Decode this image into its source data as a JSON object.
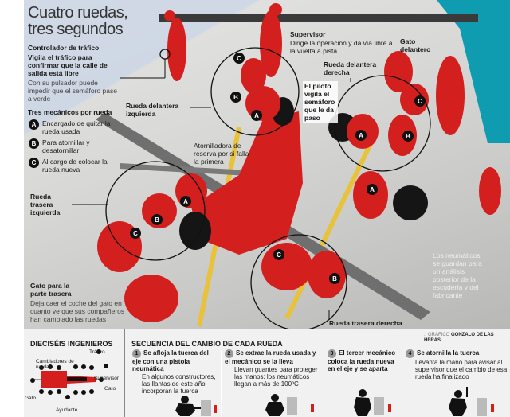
{
  "title": "Cuatro ruedas, tres segundos",
  "traffic": {
    "heading": "Controlador de tráfico",
    "bold": "Vigila el tráfico para confirmar que la calle de salida está libre",
    "note": "Con su pulsador puede impedir que el semáforo pase a verde"
  },
  "mechanics": {
    "heading": "Tres mecánicos por rueda",
    "items": [
      {
        "badge": "A",
        "text": "Encargado de quitar la rueda usada"
      },
      {
        "badge": "B",
        "text": "Para atornillar y desatornillar"
      },
      {
        "badge": "C",
        "text": "Al cargo de colocar la rueda nueva"
      }
    ]
  },
  "labels": {
    "front_left": "Rueda delantera izquierda",
    "supervisor": "Supervisor",
    "supervisor_desc": "Dirige la operación y da vía libre a la vuelta a pista",
    "front_jack": "Gato delantero",
    "front_right": "Rueda delantera derecha",
    "pilot": "El piloto vigila el semáforo que le da paso",
    "spare_gun": "Atornilladora de reserva por si falla la primera",
    "rear_left": "Rueda trasera izquierda",
    "rear_jack": "Gato para la parte trasera",
    "rear_jack_desc": "Deja caer el coche del gato en cuanto ve que sus compañeros han cambiado las ruedas",
    "tyres": "Los neumáticos se guardan para un análisis posterior de la escudería y del fabricante",
    "rear_right": "Rueda trasera derecha"
  },
  "credit": {
    "prefix": ":: GRÁFICO",
    "author": "GONZALO DE LAS HERAS"
  },
  "engineers": {
    "heading": "DIECISÉIS INGENIEROS",
    "labels": {
      "traffic": "Tráfico",
      "changers": "Cambiadores de ruedas",
      "supervisor": "Supervisor",
      "jack_front": "Gato",
      "jack_rear": "Gato",
      "helper": "Ayudante"
    }
  },
  "sequence": {
    "heading": "SECUENCIA DEL CAMBIO DE CADA RUEDA",
    "steps": [
      {
        "n": "1",
        "title": "Se afloja la tuerca del eje con una pistola neumática",
        "desc": "En algunos constructores, las llantas de este año incorporan la tuerca"
      },
      {
        "n": "2",
        "title": "Se extrae la rueda usada y el mecánico se la lleva",
        "desc": "Llevan guantes para proteger las manos: los neumáticos llegan a más de 100ºC"
      },
      {
        "n": "3",
        "title": "El tercer mecánico coloca la rueda nueva en el eje y se aparta",
        "desc": ""
      },
      {
        "n": "4",
        "title": "Se atornilla la tuerca",
        "desc": "Levanta la mano para avisar al supervisor que el cambio de esa rueda ha finalizado"
      }
    ]
  },
  "colors": {
    "teal": "#0f9bb0",
    "ferrari_red": "#d41f1f"
  }
}
